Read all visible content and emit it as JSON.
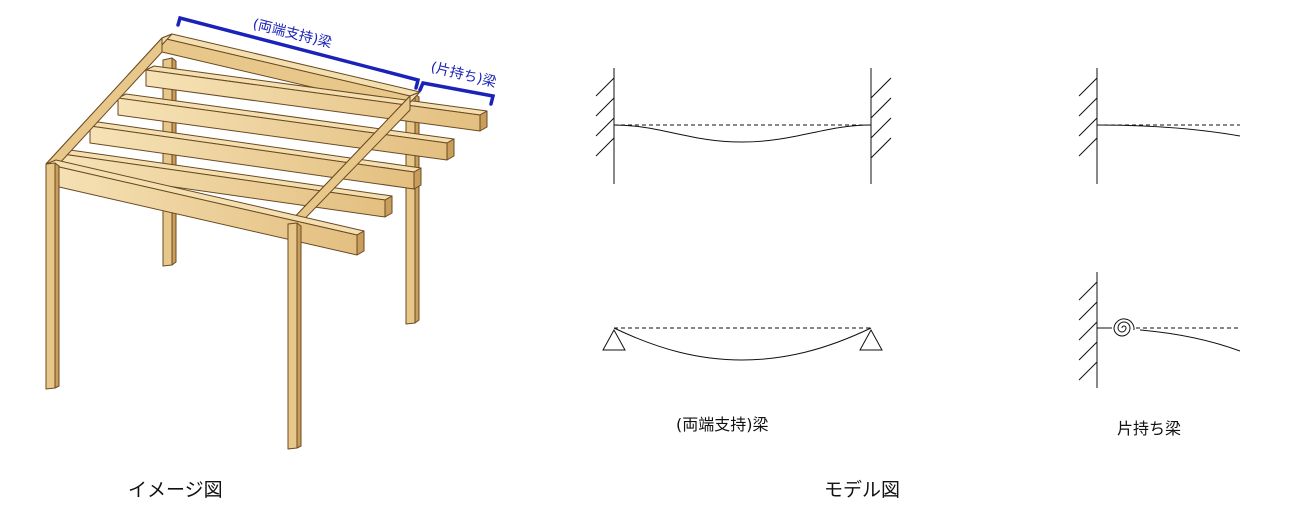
{
  "image_view": {
    "caption": "イメージ図",
    "span_label": "(両端支持)梁",
    "cantilever_label": "(片持ち)梁"
  },
  "model_view": {
    "caption": "モデル図",
    "simple_beam_label": "(両端支持)梁",
    "cantilever_beam_label": "片持ち梁"
  },
  "colors": {
    "annotation": "#1a22b8",
    "wood_top": "#f4dfb0",
    "wood_face": "#e8c88a",
    "wood_side": "#c99d5c",
    "wood_edge": "#6b4a22",
    "line": "#111111"
  }
}
